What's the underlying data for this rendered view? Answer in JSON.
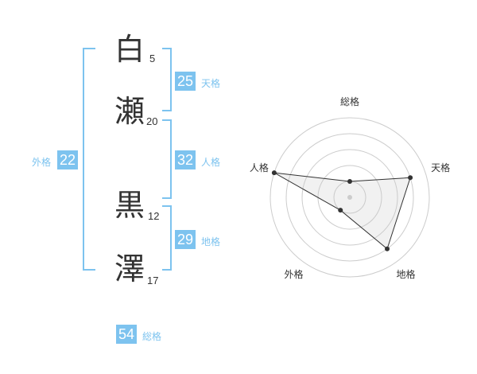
{
  "name": {
    "chars": [
      {
        "char": "白",
        "strokes": "5"
      },
      {
        "char": "瀬",
        "strokes": "20"
      },
      {
        "char": "黒",
        "strokes": "12"
      },
      {
        "char": "澤",
        "strokes": "17"
      }
    ]
  },
  "fortune": {
    "tenkaku": {
      "value": "25",
      "label": "天格"
    },
    "jinkaku": {
      "value": "32",
      "label": "人格"
    },
    "chikaku": {
      "value": "29",
      "label": "地格"
    },
    "gaikaku": {
      "value": "22",
      "label": "外格"
    },
    "soukaku": {
      "value": "54",
      "label": "総格"
    }
  },
  "colors": {
    "accent": "#7dc3ef",
    "text": "#333333",
    "grid": "#cccccc"
  },
  "chart_data": {
    "type": "radar",
    "axes": [
      "総格",
      "天格",
      "地格",
      "外格",
      "人格"
    ],
    "values": [
      1,
      4,
      4,
      1,
      5
    ],
    "rmax": 5,
    "rings": 5
  }
}
